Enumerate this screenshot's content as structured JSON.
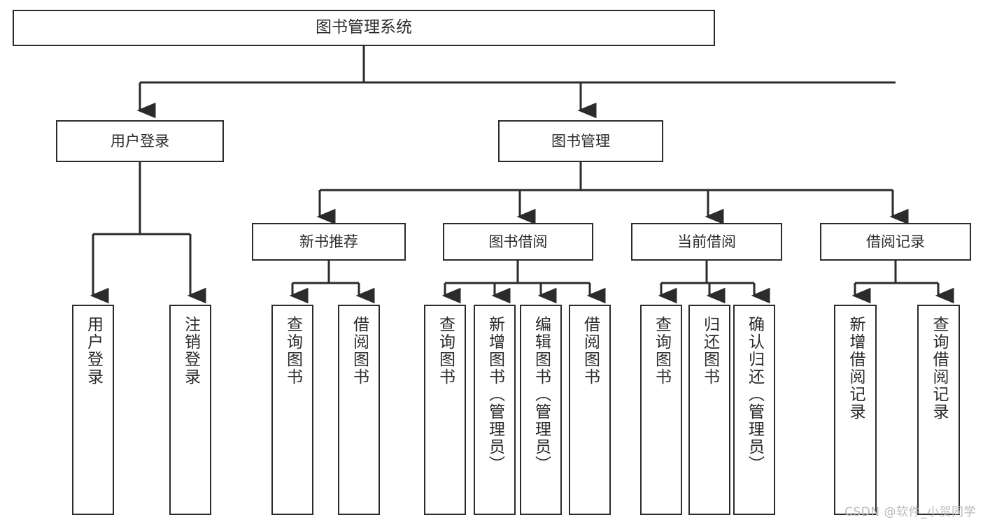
{
  "diagram": {
    "title": "图书管理系统",
    "type": "hierarchy-tree",
    "stroke_color": "#2b2b2b",
    "background_color": "#ffffff",
    "root": {
      "label": "图书管理系统"
    },
    "level1": [
      {
        "label": "用户登录"
      },
      {
        "label": "图书管理"
      }
    ],
    "level2": [
      {
        "label": "新书推荐"
      },
      {
        "label": "图书借阅"
      },
      {
        "label": "当前借阅"
      },
      {
        "label": "借阅记录"
      }
    ],
    "leaves": {
      "user_login": [
        {
          "label": "用户登录"
        },
        {
          "label": "注销登录"
        }
      ],
      "new_book_recommend": [
        {
          "label": "查询图书"
        },
        {
          "label": "借阅图书"
        }
      ],
      "book_borrow": [
        {
          "label": "查询图书"
        },
        {
          "label": "新增图书（管理员）"
        },
        {
          "label": "编辑图书（管理员）"
        },
        {
          "label": "借阅图书"
        }
      ],
      "current_borrow": [
        {
          "label": "查询图书"
        },
        {
          "label": "归还图书"
        },
        {
          "label": "确认归还（管理员）"
        }
      ],
      "borrow_record": [
        {
          "label": "新增借阅记录"
        },
        {
          "label": "查询借阅记录"
        }
      ]
    }
  },
  "watermark": {
    "text": "CSDN @软件_小贺同学"
  }
}
